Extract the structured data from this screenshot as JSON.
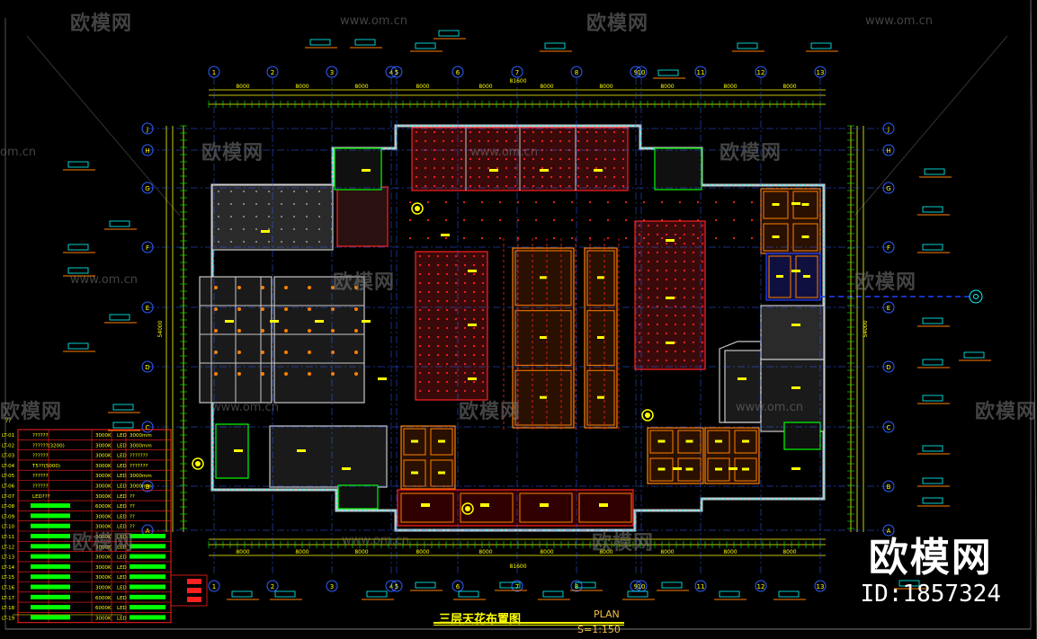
{
  "watermark": {
    "logo": "欧模网",
    "url": "www.om.cn",
    "url2": "om.cn"
  },
  "brand": {
    "name": "欧模网",
    "id": "ID:1857324"
  },
  "title": {
    "cn": "三层天花布置图",
    "en": "PLAN",
    "scale": "S=1:150"
  },
  "axes": {
    "columns": [
      "1",
      "2",
      "3",
      "4",
      "5",
      "6",
      "7",
      "8",
      "9",
      "10",
      "11",
      "12",
      "13"
    ],
    "rows": [
      "J",
      "H",
      "G",
      "F",
      "E",
      "D",
      "C",
      "B",
      "A"
    ],
    "top_dims": [
      "8000",
      "8000",
      "8000",
      "8000",
      "8000",
      "8000",
      "8000",
      "8000",
      "8000",
      "8000",
      "8000"
    ],
    "overall_width": "81600",
    "overall_height": "54000"
  },
  "legend": {
    "header": "??",
    "rows": [
      {
        "code": "LT-01",
        "desc": "??????",
        "cct": "3000K",
        "type": "LED",
        "size": "3000mm"
      },
      {
        "code": "LT-02",
        "desc": "??????(3200)",
        "cct": "3000K",
        "type": "LED",
        "size": "3000mm"
      },
      {
        "code": "LT-03",
        "desc": "??????",
        "cct": "3000K",
        "type": "LED",
        "size": "???????"
      },
      {
        "code": "LT-04",
        "desc": "T5??(5000)",
        "cct": "3000K",
        "type": "LED",
        "size": "???????"
      },
      {
        "code": "LT-05",
        "desc": "??????",
        "cct": "3000K",
        "type": "LED",
        "size": "3000mm"
      },
      {
        "code": "LT-06",
        "desc": "??????",
        "cct": "3000K",
        "type": "LED",
        "size": "3000mm"
      },
      {
        "code": "LT-07",
        "desc": "LED???",
        "cct": "3000K",
        "type": "LED",
        "size": "??"
      },
      {
        "code": "LT-08",
        "desc": "",
        "cct": "6000K",
        "type": "LED",
        "size": "??"
      },
      {
        "code": "LT-09",
        "desc": "",
        "cct": "3000K",
        "type": "LED",
        "size": "??"
      },
      {
        "code": "LT-10",
        "desc": "",
        "cct": "3000K",
        "type": "LED",
        "size": "??"
      },
      {
        "code": "LT-11",
        "desc": "",
        "cct": "3000K",
        "type": "LED",
        "size": "??"
      },
      {
        "code": "LT-12",
        "desc": "",
        "cct": "3000K",
        "type": "LED",
        "size": "????????"
      },
      {
        "code": "LT-13",
        "desc": "",
        "cct": "3000K",
        "type": "LED",
        "size": "????????"
      },
      {
        "code": "LT-14",
        "desc": "",
        "cct": "3000K",
        "type": "LED",
        "size": "????????"
      },
      {
        "code": "LT-15",
        "desc": "",
        "cct": "3000K",
        "type": "LED",
        "size": "????????"
      },
      {
        "code": "LT-16",
        "desc": "",
        "cct": "3000K",
        "type": "LED",
        "size": "????????"
      },
      {
        "code": "LT-17",
        "desc": "",
        "cct": "6000K",
        "type": "LED",
        "size": "????????"
      },
      {
        "code": "LT-18",
        "desc": "",
        "cct": "6000K",
        "type": "LED",
        "size": "????????"
      },
      {
        "code": "LT-19",
        "desc": "",
        "cct": "3000K",
        "type": "LED",
        "size": "????????"
      }
    ]
  },
  "colors": {
    "background": "#000000",
    "wall": "#c8c8c8",
    "red": "#ff2020",
    "yellow": "#ffff00",
    "cyan": "#00ffff",
    "blue": "#2040ff",
    "green": "#00ff00",
    "magenta": "#ff00ff",
    "orange": "#ff8000"
  }
}
